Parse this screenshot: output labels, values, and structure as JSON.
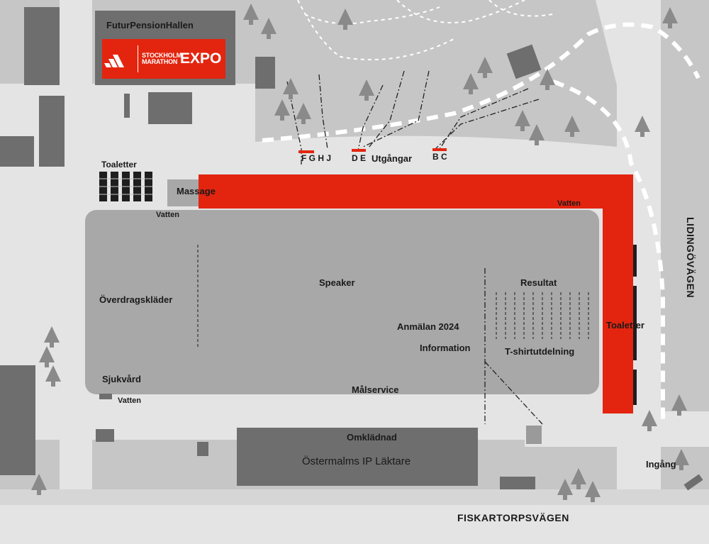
{
  "venue": {
    "hall_name": "FuturPensionHallen",
    "logo": {
      "line1": "STOCKHOLM",
      "line2": "MARATHON",
      "word": "EXPO",
      "color": "#e3250f"
    },
    "stand_name": "Östermalms IP Läktare"
  },
  "labels": {
    "toaletter_top": "Toaletter",
    "massage": "Massage",
    "vatten_left": "Vatten",
    "vatten_right": "Vatten",
    "vatten_bottom": "Vatten",
    "exit_fghj": "F G H J",
    "exit_de": "D E",
    "utgangar": "Utgångar",
    "exit_bc": "B C",
    "overdragsklader": "Överdragskläder",
    "speaker": "Speaker",
    "resultat": "Resultat",
    "anmalan": "Anmälan 2024",
    "information": "Information",
    "tshirt": "T-shirtutdelning",
    "toaletter_right": "Toaletter",
    "sjukvard": "Sjukvård",
    "malservice": "Målservice",
    "omkladnad": "Omklädnad",
    "ingang": "Ingång"
  },
  "roads": {
    "east": "LIDINGÖVÄGEN",
    "south": "FISKARTORPSVÄGEN"
  },
  "colors": {
    "route": "#e3250f",
    "ground": "#c6c6c6",
    "path": "#e4e4e4",
    "area": "#a8a8a8",
    "building": "#6e6e6e",
    "tree": "#8a8a8a"
  }
}
